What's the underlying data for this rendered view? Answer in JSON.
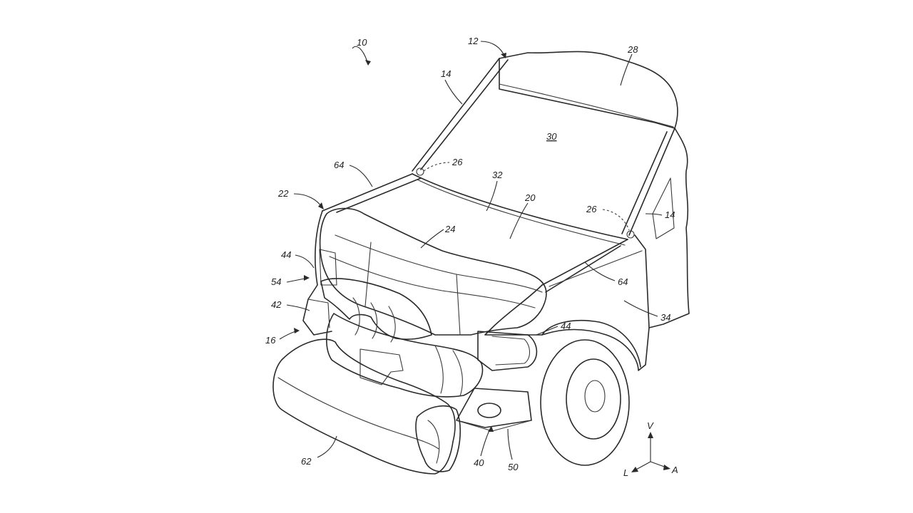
{
  "colors": {
    "background": "#ffffff",
    "ink": "#2a2a2a"
  },
  "labels": {
    "n10": "10",
    "n12": "12",
    "n14a": "14",
    "n14b": "14",
    "n28": "28",
    "n30": "30",
    "n64a": "64",
    "n26a": "26",
    "n26b": "26",
    "n22": "22",
    "n32": "32",
    "n20": "20",
    "n24": "24",
    "n44a": "44",
    "n54": "54",
    "n42": "42",
    "n16": "16",
    "n64b": "64",
    "n34": "34",
    "n44b": "44",
    "n62": "62",
    "n40": "40",
    "n50": "50"
  },
  "axes": {
    "vertical": "V",
    "lateral": "L",
    "axial": "A"
  }
}
